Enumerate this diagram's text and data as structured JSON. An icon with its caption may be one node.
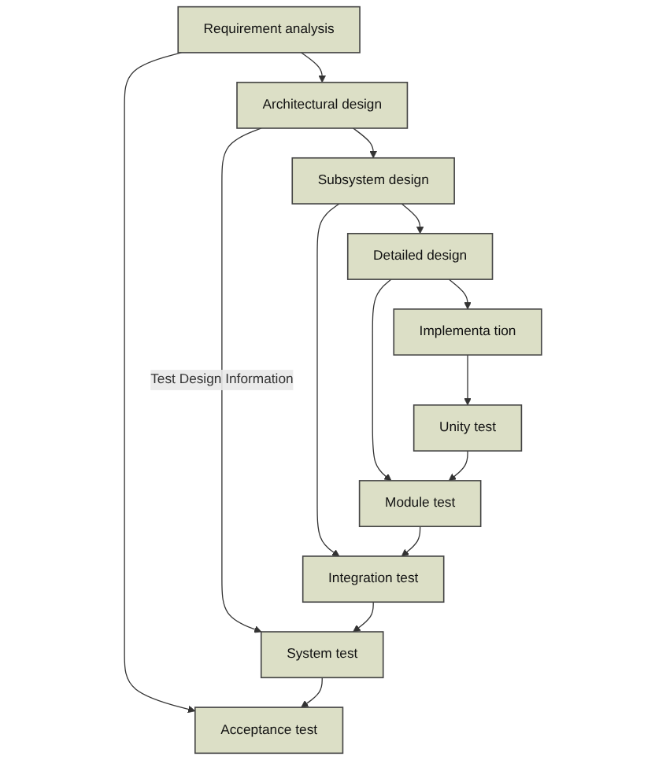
{
  "diagram": {
    "nodes": [
      {
        "text": [
          "Requirement analysis"
        ]
      },
      {
        "text": [
          "Acceptance test"
        ]
      },
      {
        "text": [
          "Architectural design"
        ]
      },
      {
        "text": [
          "System test"
        ]
      },
      {
        "text": [
          "Subsystem design"
        ]
      },
      {
        "text": [
          "Integration test"
        ]
      },
      {
        "text": [
          "Detailed design"
        ]
      },
      {
        "text": [
          "Module test"
        ]
      },
      {
        "text": [
          "Implementa tion"
        ]
      },
      {
        "text": [
          "Unity test"
        ]
      }
    ],
    "edges": [
      {
        "from": 0,
        "to": 1,
        "arrow": "to"
      },
      {
        "from": 0,
        "to": 2,
        "arrow": "to"
      },
      {
        "from": 2,
        "to": 3,
        "arrow": "to",
        "label": "Test Design Information"
      },
      {
        "from": 2,
        "to": 4,
        "arrow": "to"
      },
      {
        "from": 4,
        "to": 5,
        "arrow": "to"
      },
      {
        "from": 4,
        "to": 6,
        "arrow": "to"
      },
      {
        "from": 6,
        "to": 7,
        "arrow": "to"
      },
      {
        "from": 6,
        "to": 8,
        "arrow": "to"
      },
      {
        "from": 8,
        "to": 9,
        "arrow": "to"
      },
      {
        "from": 9,
        "to": 7,
        "arrow": "to"
      },
      {
        "from": 7,
        "to": 5,
        "arrow": "to"
      },
      {
        "from": 5,
        "to": 3,
        "arrow": "to"
      },
      {
        "from": 3,
        "to": 1,
        "arrow": "to"
      }
    ]
  }
}
